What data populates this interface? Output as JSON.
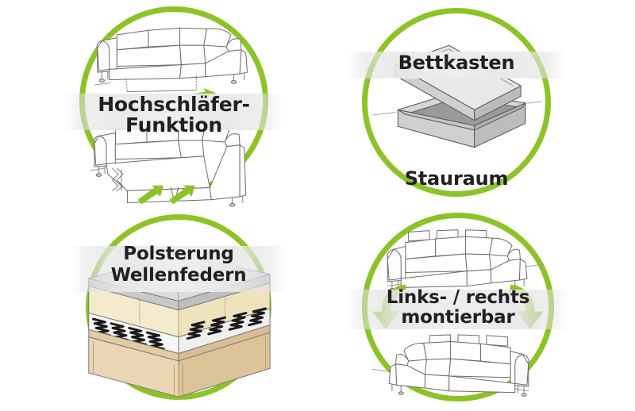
{
  "theme": {
    "accent_green": "#8DC328",
    "text_ink": "#231f20",
    "band_gray": "#EDEDED",
    "background": "#FFFFFF",
    "sketch_line": "#5a5a5a",
    "foam_cream": "#F4EBCE",
    "wood_tan": "#EAD3AE",
    "box_gray": "#D9D9D9"
  },
  "features": [
    {
      "id": "hochschlaefer",
      "caption_lines": [
        "Hochschläfer-",
        "Funktion"
      ],
      "illustration": "sofa-bed-pullout",
      "has_band": true
    },
    {
      "id": "bettkasten",
      "caption_lines": [
        "Bettkasten"
      ],
      "caption_bottom": "Stauraum",
      "illustration": "storage-bed-box",
      "has_band": true
    },
    {
      "id": "polsterung",
      "caption_lines": [
        "Polsterung",
        "Wellenfedern"
      ],
      "illustration": "cushion-wave-springs",
      "has_band": true
    },
    {
      "id": "montierbar",
      "caption_lines": [
        "Links- / rechts",
        "montierbar"
      ],
      "illustration": "reversible-corner-sofa",
      "has_band": true
    }
  ]
}
